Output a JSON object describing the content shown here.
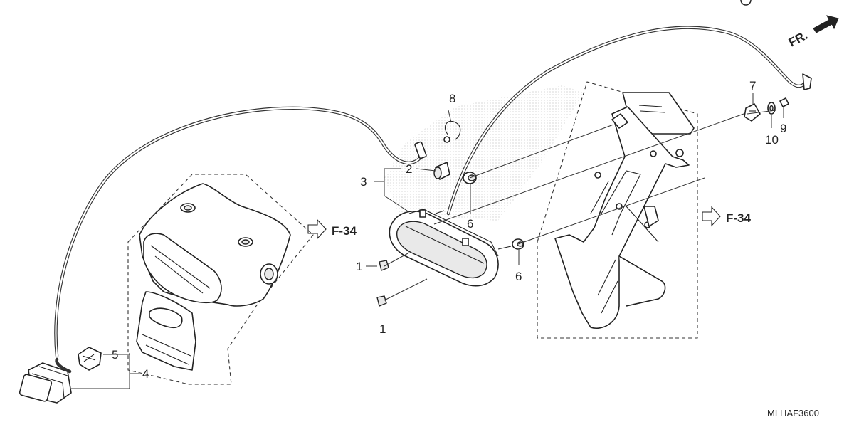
{
  "direction_marker": "FR.",
  "references": [
    "F-34",
    "F-34"
  ],
  "callouts": {
    "c1a": "1",
    "c1b": "1",
    "c2": "2",
    "c3": "3",
    "c4": "4",
    "c5": "5",
    "c6a": "6",
    "c6b": "6",
    "c7": "7",
    "c8": "8",
    "c9": "9",
    "c10": "10"
  },
  "diagram_code": "MLHAF3600"
}
